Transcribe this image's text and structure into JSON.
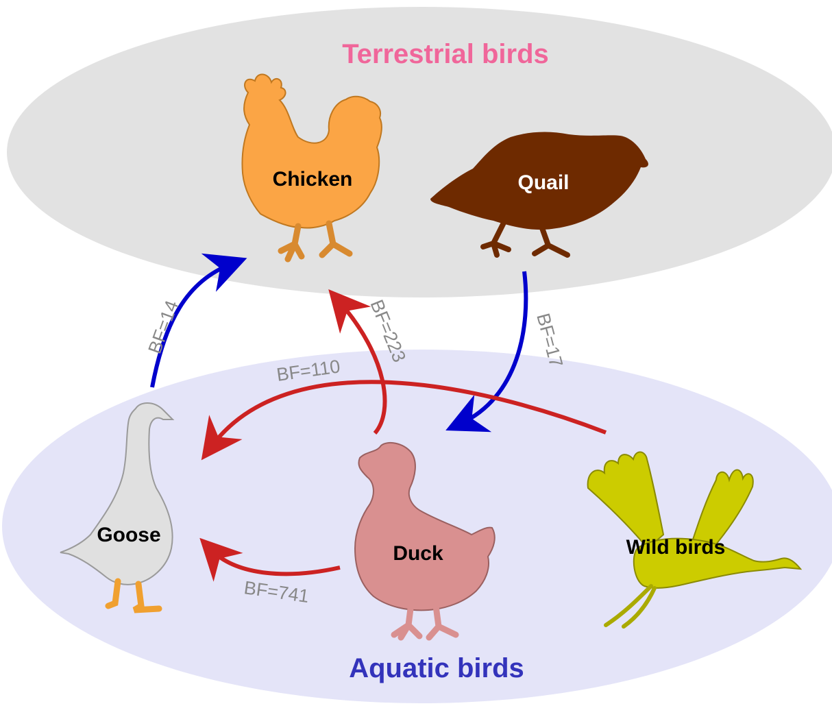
{
  "groups": {
    "terrestrial": {
      "label": "Terrestrial birds",
      "color": "#f0669a",
      "fill": "#e2e2e2"
    },
    "aquatic": {
      "label": "Aquatic birds",
      "color": "#3333bb",
      "fill": "#e4e4f8"
    }
  },
  "birds": {
    "chicken": {
      "label": "Chicken",
      "fill": "#fba545",
      "label_color": "#000000"
    },
    "quail": {
      "label": "Quail",
      "fill": "#6e2a00",
      "label_color": "#ffffff"
    },
    "goose": {
      "label": "Goose",
      "fill": "#e0e0e0",
      "label_color": "#000000"
    },
    "duck": {
      "label": "Duck",
      "fill": "#d99090",
      "label_color": "#000000"
    },
    "wild": {
      "label": "Wild birds",
      "fill": "#cccc00",
      "label_color": "#000000"
    }
  },
  "transitions": [
    {
      "from": "Goose",
      "to": "Chicken",
      "label": "BF=14",
      "color": "#0000cc"
    },
    {
      "from": "Duck",
      "to": "Chicken",
      "label": "BF=223",
      "color": "#cc2222"
    },
    {
      "from": "Quail",
      "to": "Duck",
      "label": "BF=17",
      "color": "#0000cc"
    },
    {
      "from": "Wild birds",
      "to": "Goose",
      "label": "BF=110",
      "color": "#cc2222"
    },
    {
      "from": "Duck",
      "to": "Goose",
      "label": "BF=741",
      "color": "#cc2222"
    }
  ]
}
